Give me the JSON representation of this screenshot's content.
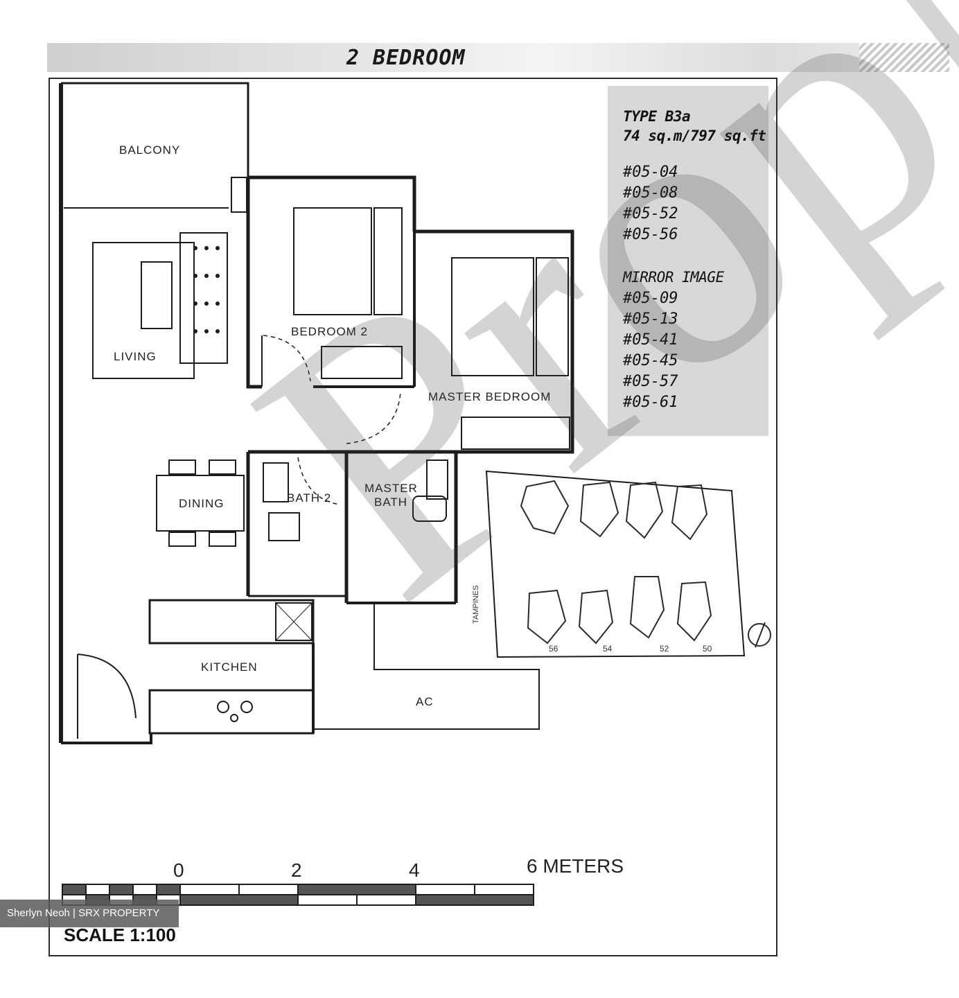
{
  "title": "2 BEDROOM",
  "unit_type": {
    "type_label": "TYPE B3a",
    "area": "74 sq.m/797 sq.ft",
    "units": [
      "#05-04",
      "#05-08",
      "#05-52",
      "#05-56"
    ],
    "mirror_heading": "MIRROR IMAGE",
    "mirror_units": [
      "#05-09",
      "#05-13",
      "#05-41",
      "#05-45",
      "#05-57",
      "#05-61"
    ]
  },
  "rooms": {
    "balcony": "BALCONY",
    "living": "LIVING",
    "bedroom2": "BEDROOM 2",
    "master_bedroom": "MASTER BEDROOM",
    "dining": "DINING",
    "bath2": "BATH 2",
    "master_bath_1": "MASTER",
    "master_bath_2": "BATH",
    "kitchen": "KITCHEN",
    "ac": "AC"
  },
  "key_plan": {
    "road_label": "TAMPINES",
    "block_numbers": [
      "56",
      "54",
      "52",
      "50"
    ]
  },
  "scale": {
    "ticks": [
      "0",
      "2",
      "4",
      "6 METERS"
    ],
    "label": "SCALE 1:100"
  },
  "watermark": "PropNex",
  "credit": "Sherlyn Neoh | SRX PROPERTY"
}
